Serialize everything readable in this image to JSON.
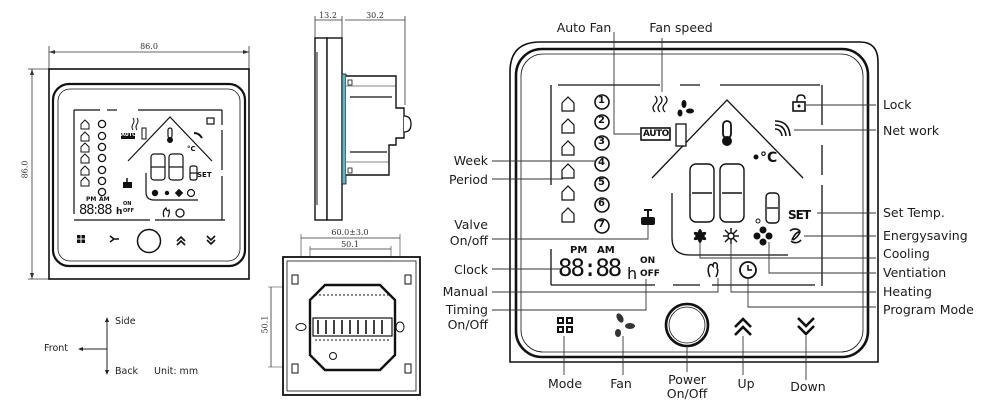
{
  "title": "Thermostat dimensions and LCD icon layout diagram",
  "dimensions": {
    "front_width": "86.0",
    "front_height": "86.0",
    "side_depth_front": "13.2",
    "side_depth_back": "30.2",
    "back_outer_width": "60.0±3.0",
    "back_inner_width": "50.1",
    "back_height": "50.1",
    "unit_label": "Unit: mm"
  },
  "orientation": {
    "side": "Side",
    "front": "Front",
    "back": "Back"
  },
  "lcd": {
    "auto_badge": "AUTO",
    "set_label": "SET",
    "celsius": "°C",
    "pm": "PM",
    "am": "AM",
    "clock_digits": "88:88",
    "hour_unit": "h",
    "on": "ON",
    "off": "OFF",
    "temp_digits": "88",
    "temp_decimal": "8",
    "week_days": [
      "1",
      "2",
      "3",
      "4",
      "5",
      "6",
      "7"
    ]
  },
  "callouts": {
    "auto_fan": "Auto Fan",
    "fan_speed": "Fan speed",
    "lock": "Lock",
    "network": "Net  work",
    "week": "Week",
    "period": "Period",
    "set_temp": "Set Temp.",
    "energy_saving": "Energysaving",
    "cooling": "Cooling",
    "ventilation": "Ventiation",
    "heating": "Heating",
    "program_mode": "Program Mode",
    "valve_line1": "Valve",
    "valve_line2": "On/off",
    "clock": "Clock",
    "manual": "Manual",
    "timing_line1": "Timing",
    "timing_line2": "On/Off"
  },
  "buttons": {
    "mode": "Mode",
    "fan": "Fan",
    "power_line1": "Power",
    "power_line2": "On/Off",
    "up": "Up",
    "down": "Down"
  },
  "colors": {
    "line": "#1a1a1a",
    "accent_gasket": "#5fb7c4"
  }
}
